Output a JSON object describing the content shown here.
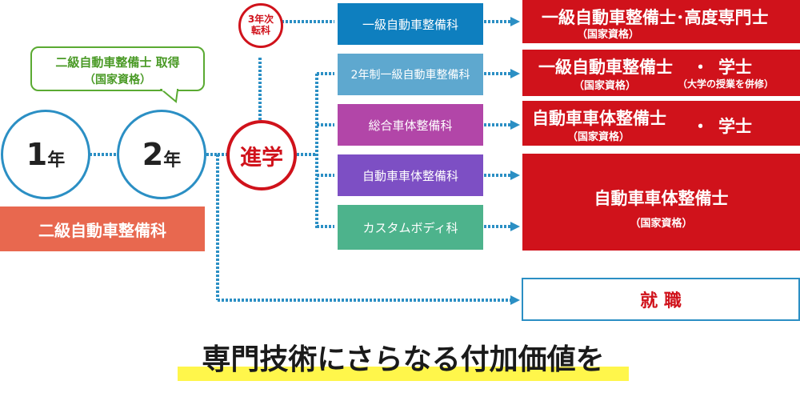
{
  "colors": {
    "line": "#2b8fc4",
    "red": "#d0121b",
    "green": "#5aaa32",
    "salmon": "#e8684f",
    "highlight": "#fff64b"
  },
  "callout": {
    "line1": "二級自動車整備士 取得",
    "line2": "（国家資格）"
  },
  "year1": {
    "num": "1",
    "unit": "年"
  },
  "year2": {
    "num": "2",
    "unit": "年"
  },
  "first_course": "二級自動車整備科",
  "shinkagaku": "進学",
  "transfer": {
    "line1": "3年次",
    "line2": "転科"
  },
  "courses": [
    {
      "label": "一級自動車整備科",
      "color": "#0e7fbf"
    },
    {
      "label": "2年制一級自動車整備科",
      "color": "#5ea8cf"
    },
    {
      "label": "総合車体整備科",
      "color": "#b246a8"
    },
    {
      "label": "自動車車体整備科",
      "color": "#7d4fc4"
    },
    {
      "label": "カスタムボディ科",
      "color": "#4db38c"
    }
  ],
  "outcomes": {
    "o1": {
      "main": "一級自動車整備士･高度専門士",
      "sub": "（国家資格）"
    },
    "o2": {
      "main": "一級自動車整備士",
      "dot": "・",
      "extra": "学士",
      "sub": "（国家資格）",
      "note": "（大学の授業を併修）"
    },
    "o3": {
      "main": "自動車車体整備士",
      "dot": "・",
      "extra": "学士",
      "sub": "（国家資格）"
    },
    "o4": {
      "main": "自動車車体整備士",
      "sub": "（国家資格）"
    }
  },
  "employment": "就 職",
  "tagline": "専門技術にさらなる付加価値を"
}
